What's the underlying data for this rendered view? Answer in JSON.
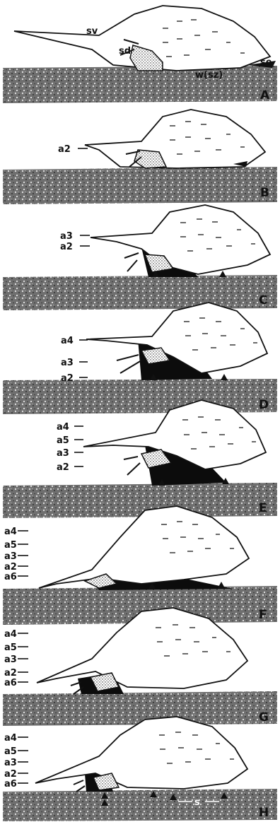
{
  "panels": [
    {
      "letter": "A",
      "labels": [
        "sv",
        "sd",
        "se",
        "w(sz)"
      ]
    },
    {
      "letter": "B",
      "labels": [
        "a2"
      ]
    },
    {
      "letter": "C",
      "labels": [
        "a3",
        "a2"
      ]
    },
    {
      "letter": "D",
      "labels": [
        "a4",
        "a3",
        "a2"
      ]
    },
    {
      "letter": "E",
      "labels": [
        "a4",
        "a5",
        "a3",
        "a2"
      ]
    },
    {
      "letter": "F",
      "labels": [
        "a4",
        "a5",
        "a3",
        "a2",
        "a6"
      ]
    },
    {
      "letter": "G",
      "labels": [
        "a4",
        "a5",
        "a3",
        "a2",
        "a6"
      ]
    },
    {
      "letter": "H",
      "labels": [
        "a4",
        "a5",
        "a3",
        "a2",
        "a6",
        "s"
      ]
    }
  ]
}
